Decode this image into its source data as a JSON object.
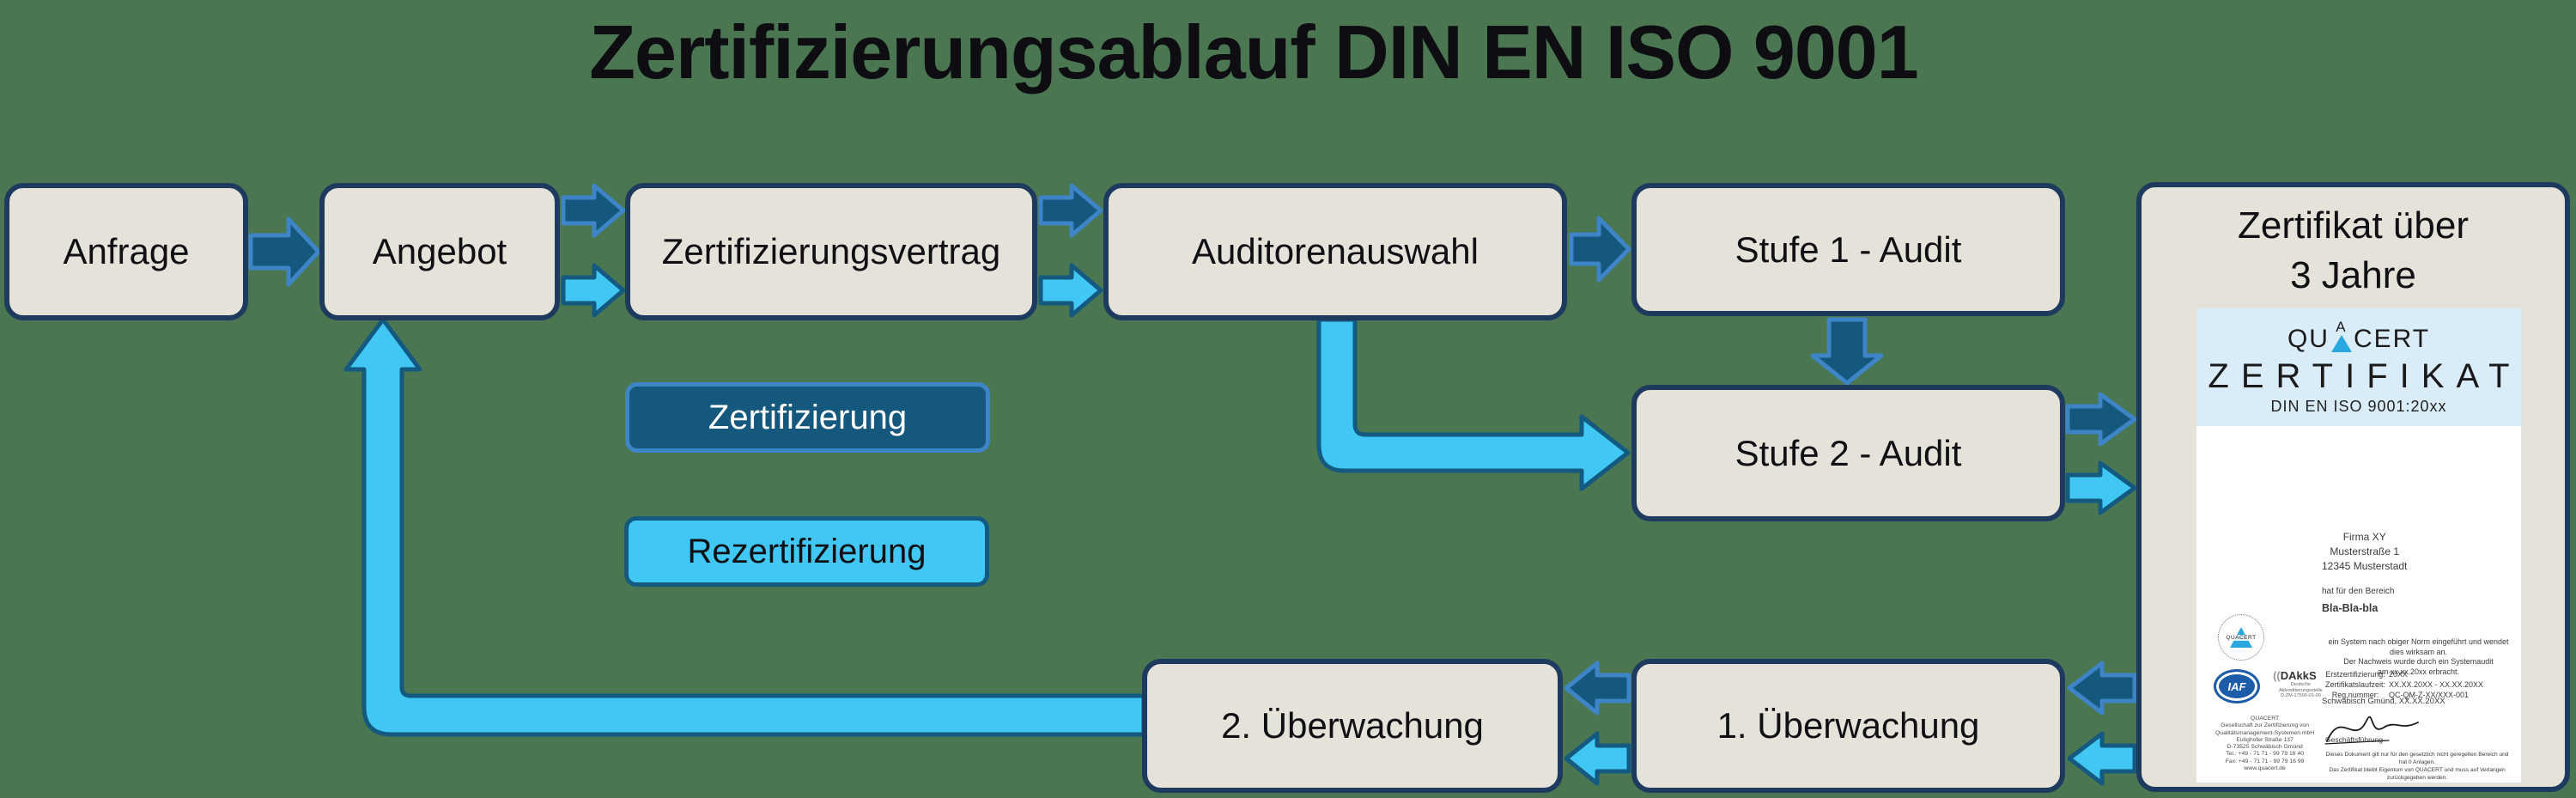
{
  "title": "Zertifizierungsablauf DIN EN ISO 9001",
  "colors": {
    "background": "#4a7651",
    "node_fill": "#e5e2da",
    "node_border": "#1e3a5f",
    "dark_blue": "#15587e",
    "medium_blue": "#3d85c6",
    "cyan": "#41c7f4",
    "cyan_border": "#145a80",
    "band_blue": "#d9ecf8",
    "logo_cyan": "#29a8e0",
    "iaf_blue": "#1c5ca8",
    "text_dark": "#0d0d12"
  },
  "flow": {
    "anfrage": "Anfrage",
    "angebot": "Angebot",
    "vertrag": "Zertifizierungsvertrag",
    "auditoren": "Auditorenauswahl",
    "stufe1": "Stufe 1 - Audit",
    "stufe2": "Stufe 2 - Audit",
    "ueberwachung2": "2. Überwachung",
    "ueberwachung1": "1. Überwachung"
  },
  "legend": {
    "certification": "Zertifizierung",
    "recertification": "Rezertifizierung"
  },
  "panel": {
    "heading_line1": "Zertifikat über",
    "heading_line2": "3 Jahre"
  },
  "certificate": {
    "logo_qu": "QU",
    "logo_a": "A",
    "logo_cert": "CERT",
    "doc_title": "ZERTIFIKAT",
    "standard": "DIN EN ISO 9001:20xx",
    "recipient_name": "Firma XY",
    "recipient_street": "Musterstraße 1",
    "recipient_city": "12345 Musterstadt",
    "scope_intro": "hat für den Bereich",
    "scope": "Bla-Bla-bla",
    "body_line1": "ein System nach obiger Norm eingeführt und wendet dies wirksam an.",
    "body_line2": "Der Nachweis wurde durch ein Systemaudit",
    "body_line3": "am xx.xx.20xx erbracht.",
    "field1_label": "Erstzertifizierung:",
    "field1_value": "20XX",
    "field2_label": "Zertifikatslaufzeit:",
    "field2_value": "XX.XX.20XX - XX.XX.20XX",
    "field3_label": "Reg.nummer:",
    "field3_value": "QC-QM-Z-XX/XXX-001",
    "place_date": "Schwäbisch Gmünd, XX.XX.20XX",
    "signature_caption": "Geschäftsführung",
    "seal_label": "QUACERT",
    "iaf_label": "IAF",
    "dakks_paren": "((",
    "dakks_label": "DAkkS",
    "dakks_sub1": "Deutsche",
    "dakks_sub2": "Akkreditierungsstelle",
    "dakks_sub3": "D-ZM-17500-01-00",
    "address_line1": "QUACERT",
    "address_line2": "Gesellschaft zur Zertifizierung von",
    "address_line3": "Qualitätsmanagement-Systemen mbH",
    "address_line4": "Eutighofer Straße 137",
    "address_line5": "D-73525 Schwäbisch Gmünd",
    "address_line6": "Tel.: +49 - 71 71 - 99 79 16 40",
    "address_line7": "Fax: +49 - 71 71 - 99 79 16 99",
    "address_line8": "www.quacert.de",
    "footnote_line1": "Dieses Dokument gilt nur für den gesetzlich nicht geregelten Bereich und hat 0 Anlagen.",
    "footnote_line2": "Das Zertifikat bleibt Eigentum von QUACERT und muss auf Verlangen zurückgegeben werden."
  }
}
